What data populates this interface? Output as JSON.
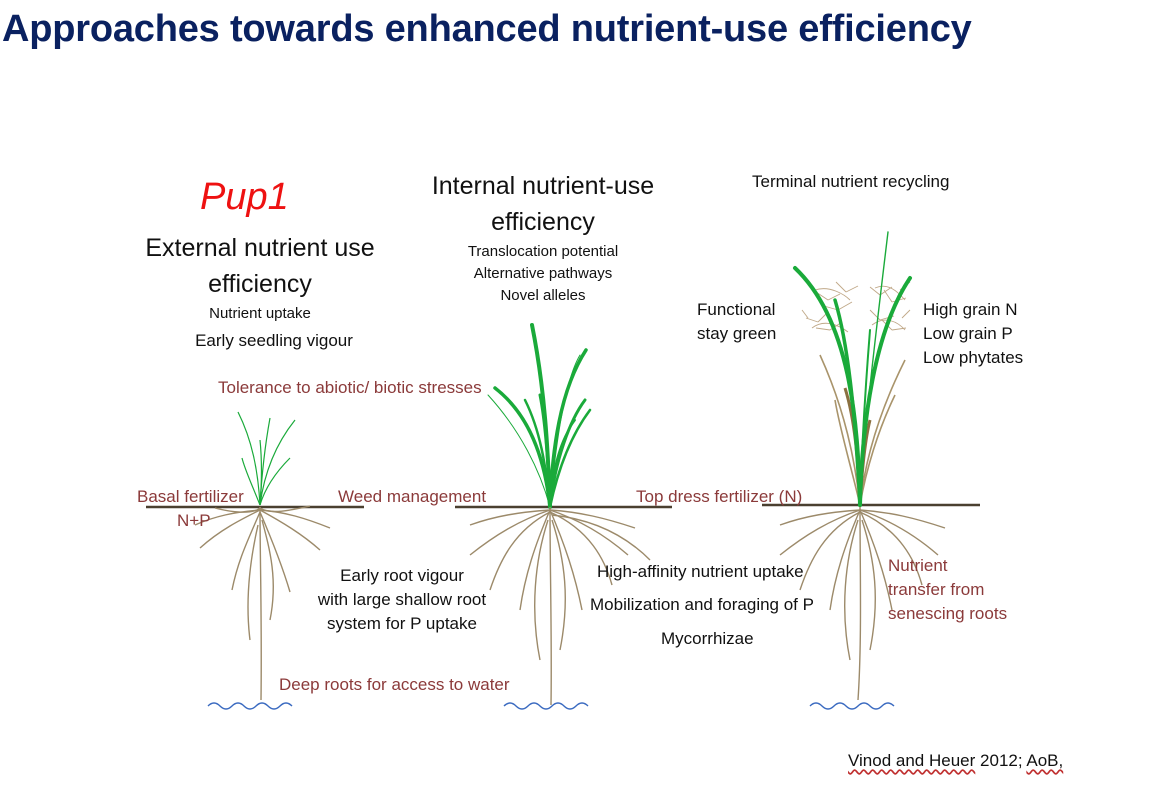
{
  "title": "Approaches towards enhanced nutrient-use efficiency",
  "plant1": {
    "gene": "Pup1",
    "heading_line1": "External nutrient use",
    "heading_line2": "efficiency",
    "items": [
      "Nutrient uptake",
      "Early seedling vigour"
    ]
  },
  "plant2": {
    "heading_line1": "Internal nutrient-use",
    "heading_line2": "efficiency",
    "items": [
      "Translocation potential",
      "Alternative pathways",
      "Novel alleles"
    ]
  },
  "plant3": {
    "heading": "Terminal nutrient recycling",
    "left_line1": "Functional",
    "left_line2": "stay green",
    "right_items": [
      "High grain N",
      "Low grain P",
      "Low phytates"
    ]
  },
  "management": {
    "stress": "Tolerance to abiotic/ biotic stresses",
    "basal_line1": "Basal fertilizer",
    "basal_line2": "N+P",
    "weed": "Weed management",
    "topdress": "Top dress fertilizer (N)",
    "deep_roots": "Deep roots for access to water",
    "nutrient_transfer": [
      "Nutrient",
      "transfer from",
      "senescing roots"
    ]
  },
  "roots": {
    "vigour": [
      "Early root vigour",
      "with large shallow root",
      "system for P uptake"
    ],
    "uptake": [
      "High-affinity nutrient uptake",
      "Mobilization and foraging of P",
      "Mycorrhizae"
    ]
  },
  "reference": {
    "authors": "Vinod and Heuer",
    "year": "2012;",
    "journal": "AoB,"
  },
  "colors": {
    "title": "#0a2160",
    "gene": "#ee1111",
    "management_text": "#8b3a3a",
    "leaf_green": "#1aaa3a",
    "root_brown": "#9c8a6a",
    "soil_line": "#4a4030",
    "water": "#3a6ac0"
  }
}
